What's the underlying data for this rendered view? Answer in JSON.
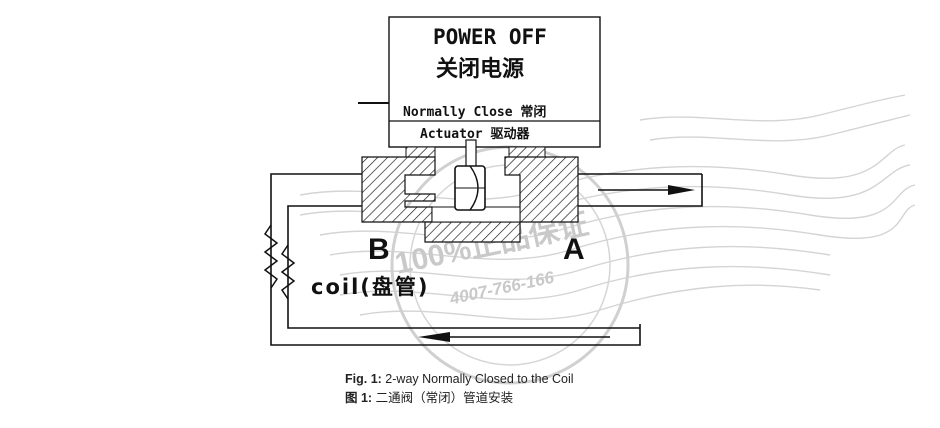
{
  "actuator_box": {
    "title": "POWER OFF",
    "title_cn": "关闭电源",
    "normally_close": "Normally Close  常闭",
    "actuator": "Actuator  驱动器"
  },
  "ports": {
    "b": "B",
    "a": "A"
  },
  "coil_label": "coil(盘管)",
  "watermark": {
    "line1": "100%正品保证",
    "line2": "4007-766-166"
  },
  "caption": {
    "en_prefix": "Fig. 1:",
    "en_text": "2-way Normally Closed to the Coil",
    "cn_prefix": "图 1:",
    "cn_text": "二通阀（常闭）管道安装"
  },
  "colors": {
    "line": "#111111",
    "watermark": "#c9c9c9",
    "background": "#ffffff"
  }
}
